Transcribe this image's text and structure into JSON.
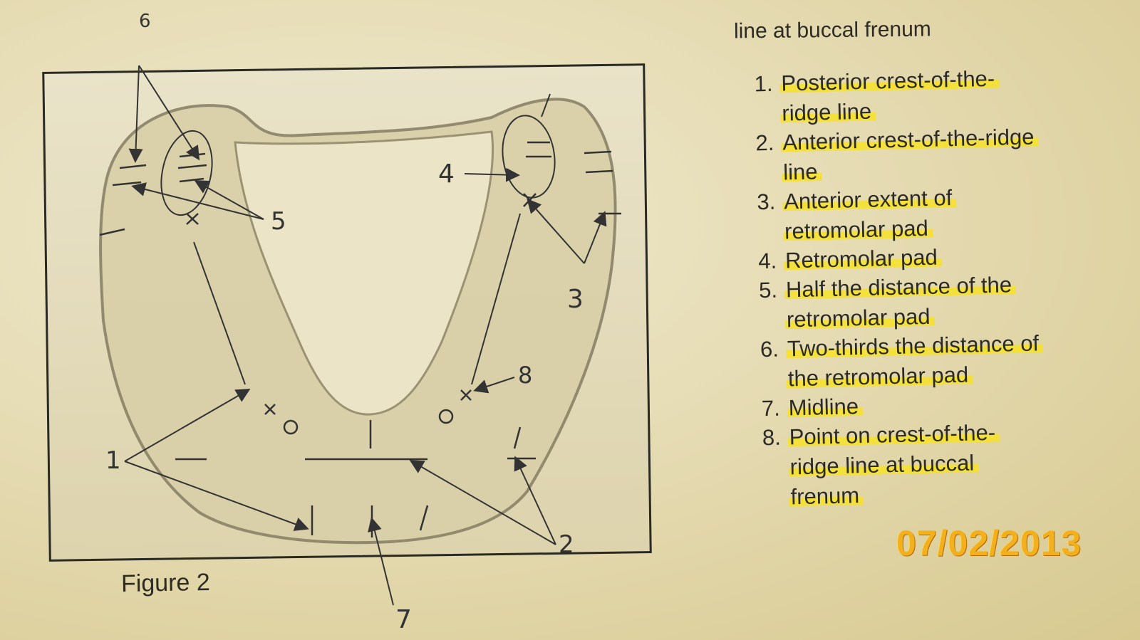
{
  "header": {
    "text": "line at buccal frenum"
  },
  "legend": [
    {
      "number": "1.",
      "text": "Posterior crest-of-the-ridge line"
    },
    {
      "number": "2.",
      "text": "Anterior crest-of-the-ridge line"
    },
    {
      "number": "3.",
      "text": "Anterior extent of retromolar pad"
    },
    {
      "number": "4.",
      "text": "Retromolar pad"
    },
    {
      "number": "5.",
      "text": "Half the distance of the retromolar pad"
    },
    {
      "number": "6.",
      "text": "Two-thirds the distance of the retromolar pad"
    },
    {
      "number": "7.",
      "text": "Midline"
    },
    {
      "number": "8.",
      "text": "Point on crest-of-the-ridge line at buccal frenum"
    }
  ],
  "figure": {
    "caption": "Figure 2",
    "labels": {
      "l1": "1",
      "l2": "2",
      "l3": "3",
      "l4": "4",
      "l5": "5",
      "l6": "6",
      "l7": "7",
      "l8": "8"
    }
  },
  "date_stamp": "07/02/2013",
  "colors": {
    "highlight": "#f7e228",
    "stamp": "#f2b01e",
    "ink": "#2b2a24"
  }
}
